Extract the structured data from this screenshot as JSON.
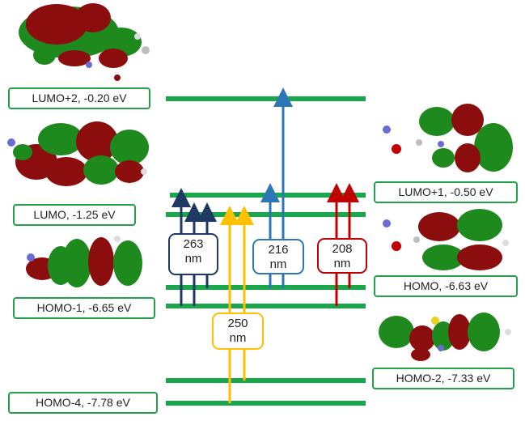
{
  "levels": [
    {
      "id": "lumo2",
      "label": "LUMO+2, -0.20 eV"
    },
    {
      "id": "lumo1",
      "label": "LUMO+1, -0.50 eV"
    },
    {
      "id": "lumo",
      "label": "LUMO, -1.25 eV"
    },
    {
      "id": "homo",
      "label": "HOMO, -6.63 eV"
    },
    {
      "id": "homo1",
      "label": "HOMO-1, -6.65 eV"
    },
    {
      "id": "homo2",
      "label": "HOMO-2, -7.33 eV"
    },
    {
      "id": "homo4",
      "label": "HOMO-4, -7.78 eV"
    }
  ],
  "transitions": [
    {
      "id": "t263",
      "value": "263",
      "unit": "nm",
      "color": "#1f3864"
    },
    {
      "id": "t216",
      "value": "216",
      "unit": "nm",
      "color": "#2e75b6"
    },
    {
      "id": "t208",
      "value": "208",
      "unit": "nm",
      "color": "#c00000"
    },
    {
      "id": "t250",
      "value": "250",
      "unit": "nm",
      "color": "#ffc000"
    }
  ],
  "colors": {
    "level_line": "#1aa64a",
    "label_border": "#22a04b",
    "orbital_red": "#8b0d0d",
    "orbital_green": "#1e8a1e"
  }
}
